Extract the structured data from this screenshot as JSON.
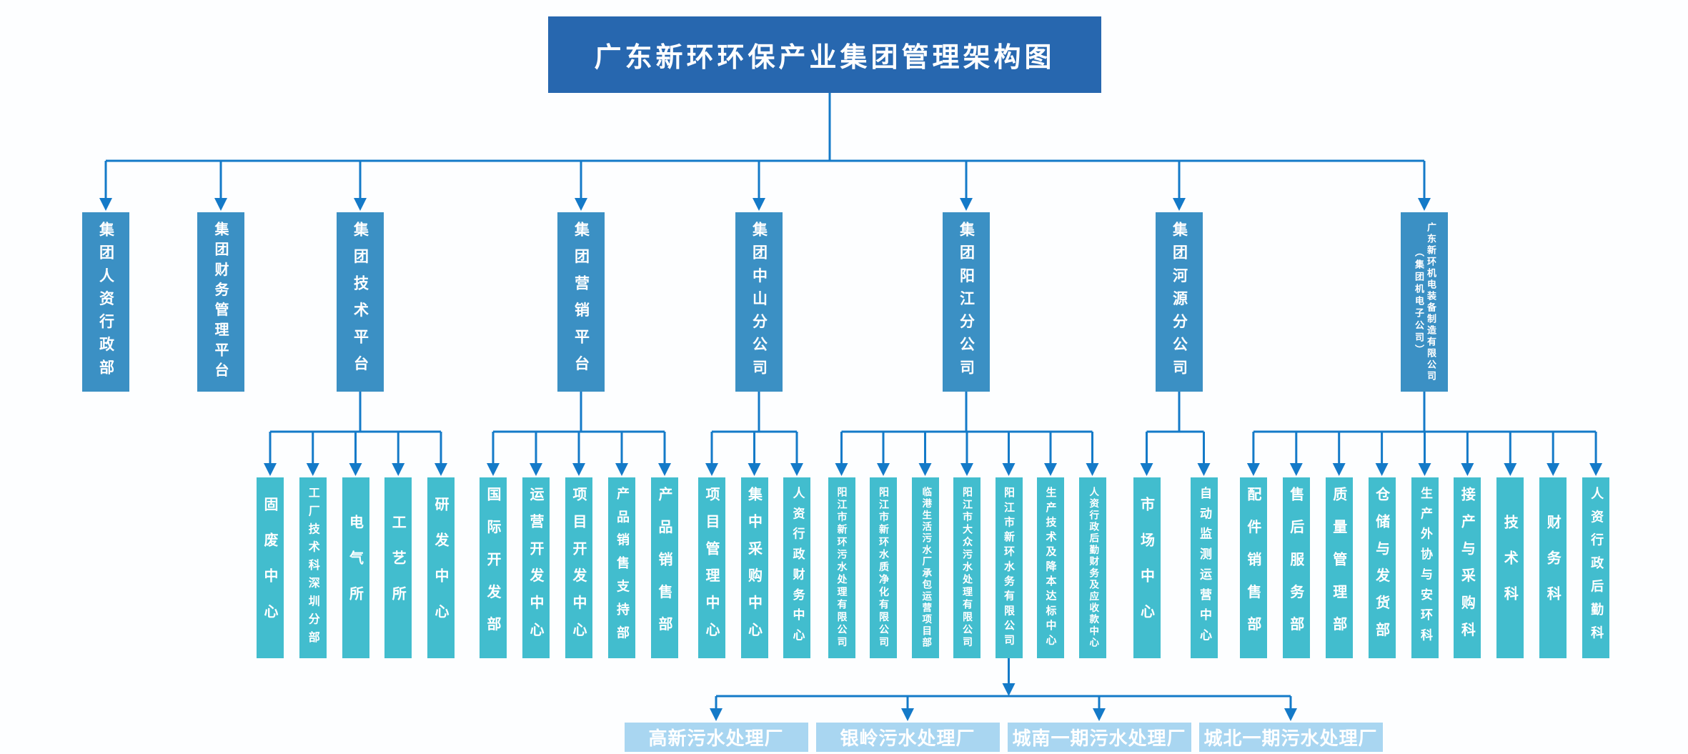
{
  "title": "广东新环环保产业集团管理架构图",
  "colors": {
    "title_bg": "#2767AF",
    "level2_bg": "#3B90C4",
    "level3_bg": "#42BDCE",
    "plant_bg": "#A9D6F1",
    "line": "#147AC8",
    "text": "#FFFFFF"
  },
  "org": {
    "units": [
      {
        "label": "集团人资行政部",
        "children": []
      },
      {
        "label": "集团财务管理平台",
        "children": []
      },
      {
        "label": "集团技术平台",
        "children": [
          {
            "label": "固废中心"
          },
          {
            "label": "工厂技术科深圳分部"
          },
          {
            "label": "电气所"
          },
          {
            "label": "工艺所"
          },
          {
            "label": "研发中心"
          }
        ]
      },
      {
        "label": "集团营销平台",
        "children": [
          {
            "label": "国际开发部"
          },
          {
            "label": "运营开发中心"
          },
          {
            "label": "项目开发中心"
          },
          {
            "label": "产品销售支持部"
          },
          {
            "label": "产品销售部"
          }
        ]
      },
      {
        "label": "集团中山分公司",
        "children": [
          {
            "label": "项目管理中心"
          },
          {
            "label": "集中采购中心"
          },
          {
            "label": "人资行政财务中心"
          }
        ]
      },
      {
        "label": "集团阳江分公司",
        "children": [
          {
            "label": "阳江市新环污水处理有限公司"
          },
          {
            "label": "阳江市新环水质净化有限公司"
          },
          {
            "label": "临港生活污水厂承包运营项目部"
          },
          {
            "label": "阳江市大众污水处理有限公司"
          },
          {
            "label": "阳江市新环水务有限公司"
          },
          {
            "label": "生产技术及降本达标中心"
          },
          {
            "label": "人资行政后勤财务及应收款中心"
          }
        ]
      },
      {
        "label": "集团河源分公司",
        "children": [
          {
            "label": "市场中心"
          },
          {
            "label": "自动监测运营中心"
          }
        ]
      },
      {
        "label": "广东新环机电装备制造有限公司",
        "sublabel": "（集团机电子公司）",
        "children": [
          {
            "label": "配件销售部"
          },
          {
            "label": "售后服务部"
          },
          {
            "label": "质量管理部"
          },
          {
            "label": "仓储与发货部"
          },
          {
            "label": "生产外协与安环科"
          },
          {
            "label": "接产与采购科"
          },
          {
            "label": "技术科"
          },
          {
            "label": "财务科"
          },
          {
            "label": "人资行政后勤科"
          }
        ]
      }
    ],
    "plants": [
      {
        "label": "高新污水处理厂"
      },
      {
        "label": "银岭污水处理厂"
      },
      {
        "label": "城南一期污水处理厂"
      },
      {
        "label": "城北一期污水处理厂"
      }
    ]
  }
}
